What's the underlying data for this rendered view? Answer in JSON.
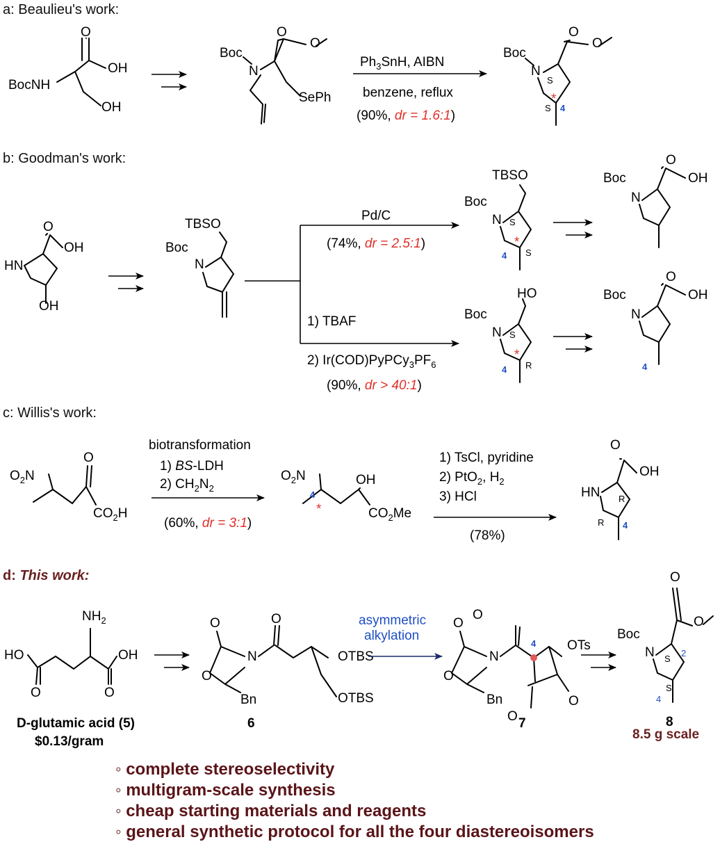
{
  "sections": {
    "a": "a: Beaulieu's work:",
    "b": "b: Goodman's work:",
    "c": "c: Willis's work:",
    "d_prefix": "d: ",
    "d_italic": "This work:"
  },
  "section_a": {
    "reagent_line1_pre": "Ph",
    "reagent_line1_sub": "3",
    "reagent_line1_post": "SnH, AIBN",
    "reagent_line2": "benzene, reflux",
    "yield_pre": "(90%, ",
    "yield_dr": "dr = 1.6:1",
    "yield_post": ")",
    "labels": {
      "boc": "Boc",
      "bocnh": "BocNH",
      "oh": "OH",
      "oh2": "OH",
      "n": "N",
      "seph": "SePh",
      "s": "S",
      "s2": "S",
      "four": "4",
      "star": "*"
    }
  },
  "section_b": {
    "pdc": "Pd/C",
    "yield1_pre": "(74%, ",
    "yield1_dr": "dr = 2.5:1",
    "yield1_post": ")",
    "step1": "1) TBAF",
    "step2_pre": "2) Ir(COD)PyPCy",
    "step2_sub1": "3",
    "step2_mid": "PF",
    "step2_sub2": "6",
    "yield2_pre": "(90%, ",
    "yield2_dr": "dr > 40:1",
    "yield2_post": ")",
    "labels": {
      "tbso": "TBSO",
      "boc": "Boc",
      "hn": "HN",
      "oh": "OH",
      "ho": "HO",
      "n": "N",
      "s": "S",
      "r": "R",
      "four": "4",
      "star": "*"
    }
  },
  "section_c": {
    "bio": "biotransformation",
    "step1_pre": "1) ",
    "step1_ital": "BS",
    "step1_post": "-LDH",
    "step2_pre": "2) CH",
    "step2_sub1": "2",
    "step2_mid": "N",
    "step2_sub2": "2",
    "yield_pre": "(60%, ",
    "yield_dr": "dr = 3:1",
    "yield_post": ")",
    "r1": "1) TsCl, pyridine",
    "r2_pre": "2) PtO",
    "r2_sub": "2",
    "r2_post": ", H",
    "r2_sub2": "2",
    "r3": "3) HCl",
    "yield2": "(78%)",
    "labels": {
      "o2n_pre": "O",
      "o2n_sub": "2",
      "o2n_post": "N",
      "co2h_pre": "CO",
      "co2h_sub": "2",
      "co2h_post": "H",
      "co2me_pre": "CO",
      "co2me_sub": "2",
      "co2me_post": "Me",
      "oh": "OH",
      "o": "O",
      "hn": "HN",
      "r": "R",
      "four": "4",
      "star": "*"
    }
  },
  "section_d": {
    "arrow_label1": "asymmetric",
    "arrow_label2": "alkylation",
    "compound5_name": "D-glutamic acid (5)",
    "compound5_price": "$0.13/gram",
    "compound6": "6",
    "compound7": "7",
    "compound8": "8",
    "scale": "8.5 g scale",
    "labels": {
      "nh2_pre": "NH",
      "nh2_sub": "2",
      "ho": "HO",
      "oh": "OH",
      "o": "O",
      "n": "N",
      "otbs": "OTBS",
      "ots": "OTs",
      "bn": "Bn",
      "boc": "Boc",
      "s": "S",
      "two": "2",
      "four": "4"
    },
    "bullets": [
      "complete stereoselectivity",
      "multigram-scale synthesis",
      "cheap starting materials and reagents",
      "general synthetic protocol for all the four diastereoisomers"
    ],
    "bullet_mark": "◦"
  },
  "colors": {
    "dr_red": "#e0302a",
    "locant_blue": "#1f4fc4",
    "bullet_brown": "#5a1418",
    "arrow_navy": "#1b2a6b"
  }
}
